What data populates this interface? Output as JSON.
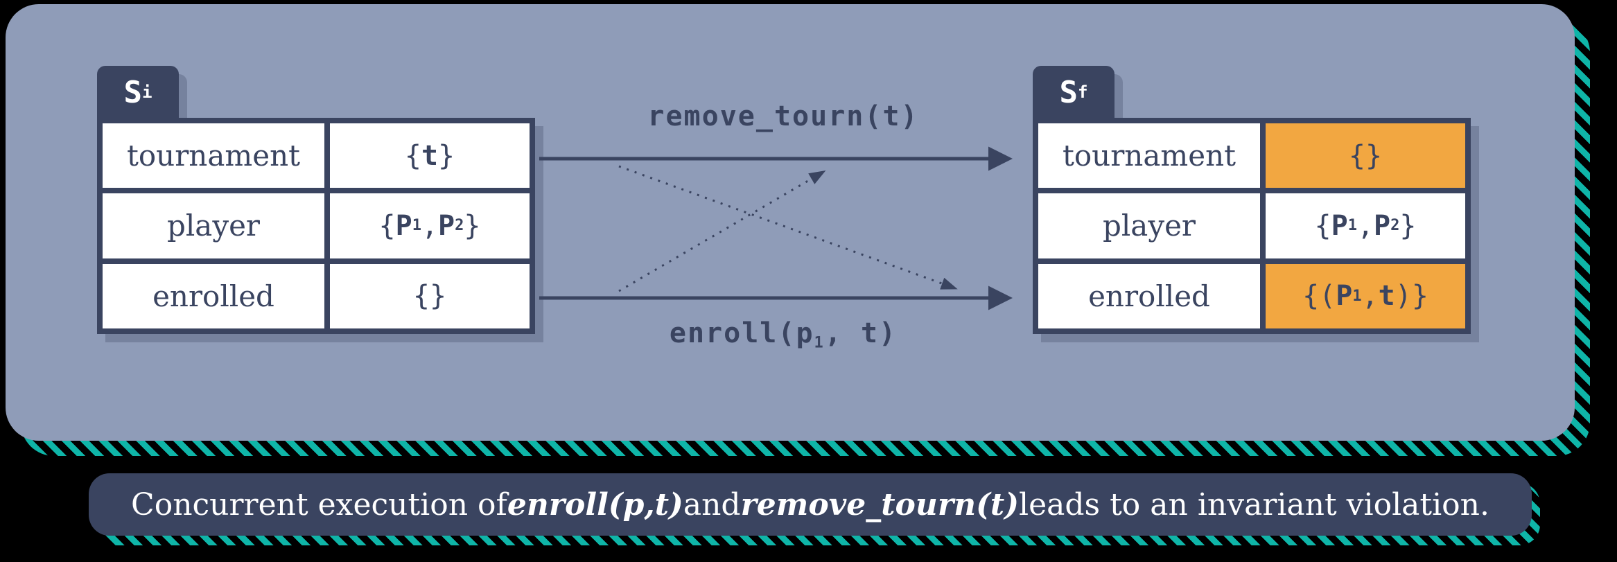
{
  "colors": {
    "background": "#000000",
    "panel": "#8f9cb8",
    "navy": "#3a4460",
    "orange": "#f2a741",
    "teal": "#0fb5a8",
    "cell_white": "#ffffff"
  },
  "tables": [
    {
      "name": "initial-state",
      "tab": [
        {
          "t": "S"
        },
        {
          "t": "i",
          "sub": true
        }
      ],
      "rows": [
        {
          "label": "tournament",
          "value": [
            {
              "t": "{"
            },
            {
              "t": "t",
              "b": true
            },
            {
              "t": "}"
            }
          ],
          "highlight": false
        },
        {
          "label": "player",
          "value": [
            {
              "t": "{"
            },
            {
              "t": "P",
              "b": true
            },
            {
              "t": "1",
              "sub": true,
              "b": true
            },
            {
              "t": ", "
            },
            {
              "t": "P",
              "b": true
            },
            {
              "t": "2",
              "sub": true,
              "b": true
            },
            {
              "t": "}"
            }
          ],
          "highlight": false
        },
        {
          "label": "enrolled",
          "value": [
            {
              "t": "{}"
            }
          ],
          "highlight": false
        }
      ]
    },
    {
      "name": "final-state",
      "tab": [
        {
          "t": "S"
        },
        {
          "t": "f",
          "sub": true
        }
      ],
      "rows": [
        {
          "label": "tournament",
          "value": [
            {
              "t": "{}"
            }
          ],
          "highlight": true
        },
        {
          "label": "player",
          "value": [
            {
              "t": "{"
            },
            {
              "t": "P",
              "b": true
            },
            {
              "t": "1",
              "sub": true,
              "b": true
            },
            {
              "t": ", "
            },
            {
              "t": "P",
              "b": true
            },
            {
              "t": "2",
              "sub": true,
              "b": true
            },
            {
              "t": "}"
            }
          ],
          "highlight": false
        },
        {
          "label": "enrolled",
          "value": [
            {
              "t": "{("
            },
            {
              "t": "P",
              "b": true
            },
            {
              "t": "1",
              "sub": true,
              "b": true
            },
            {
              "t": ","
            },
            {
              "t": "t",
              "b": true
            },
            {
              "t": ")}"
            }
          ],
          "highlight": true
        }
      ]
    }
  ],
  "arrows": {
    "top_label": [
      {
        "t": "remove_tourn(t)"
      }
    ],
    "bottom_label": [
      {
        "t": "enroll("
      },
      {
        "t": "p"
      },
      {
        "t": "1",
        "sub": true
      },
      {
        "t": ", t)"
      }
    ]
  },
  "caption": {
    "segments": [
      {
        "t": "Concurrent execution of "
      },
      {
        "t": "enroll(p,t)",
        "bi": true
      },
      {
        "t": " and "
      },
      {
        "t": "remove_tourn(t)",
        "bi": true
      },
      {
        "t": " leads to an invariant violation."
      }
    ]
  }
}
